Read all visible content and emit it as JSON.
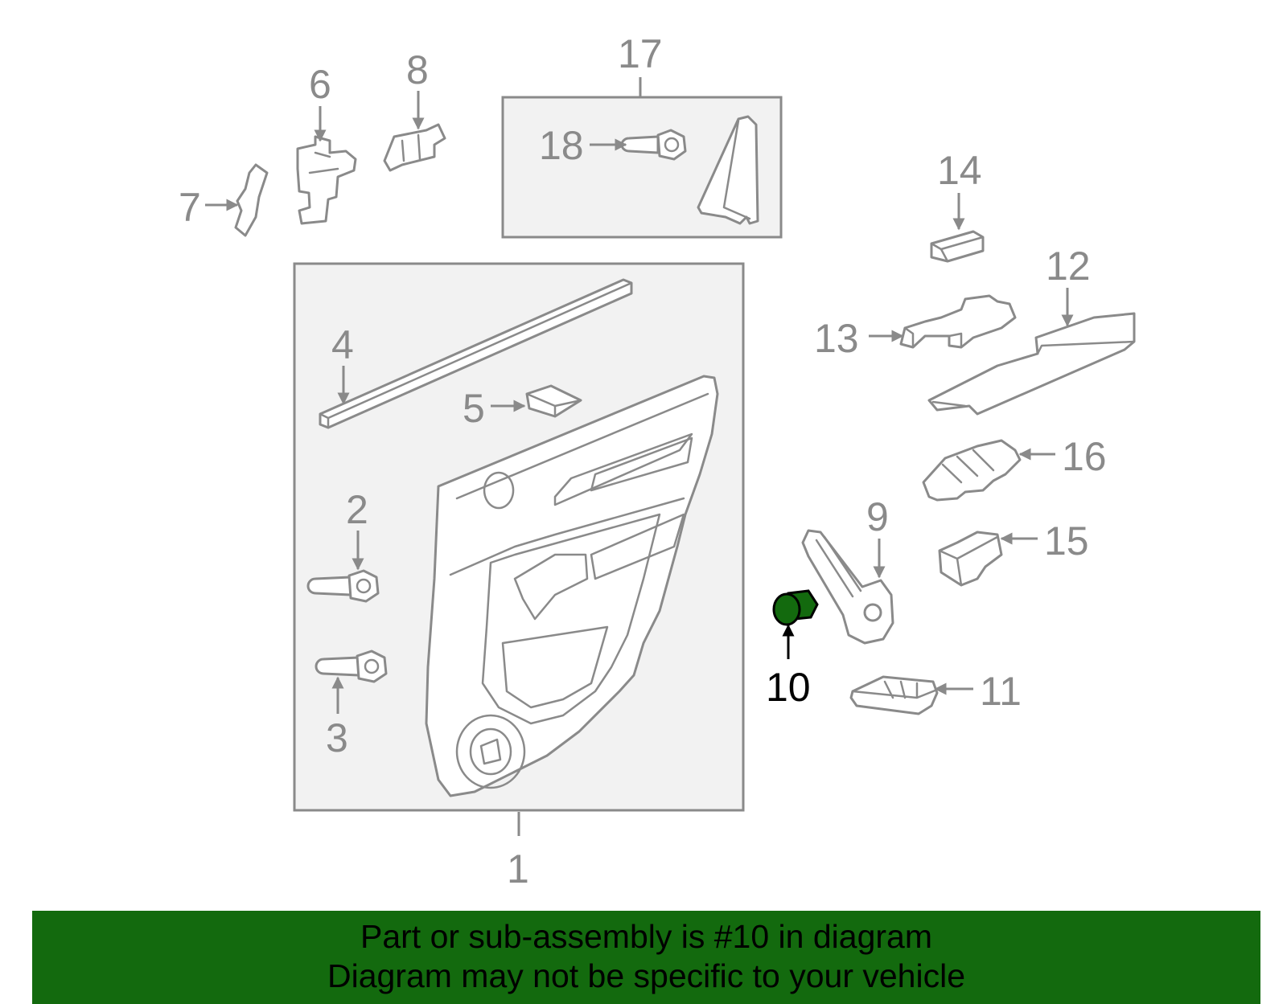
{
  "diagram": {
    "labels": {
      "p1": "1",
      "p2": "2",
      "p3": "3",
      "p4": "4",
      "p5": "5",
      "p6": "6",
      "p7": "7",
      "p8": "8",
      "p9": "9",
      "p10": "10",
      "p11": "11",
      "p12": "12",
      "p13": "13",
      "p14": "14",
      "p15": "15",
      "p16": "16",
      "p17": "17",
      "p18": "18"
    },
    "highlighted_part": "10",
    "colors": {
      "line": "#8a8a8a",
      "highlight_fill": "#136a0e",
      "banner_background": "#136a0e",
      "group_box_fill": "#f2f2f2"
    }
  },
  "banner": {
    "line1": "Part or sub-assembly is #10 in diagram",
    "line2": "Diagram may not be specific to your vehicle"
  }
}
